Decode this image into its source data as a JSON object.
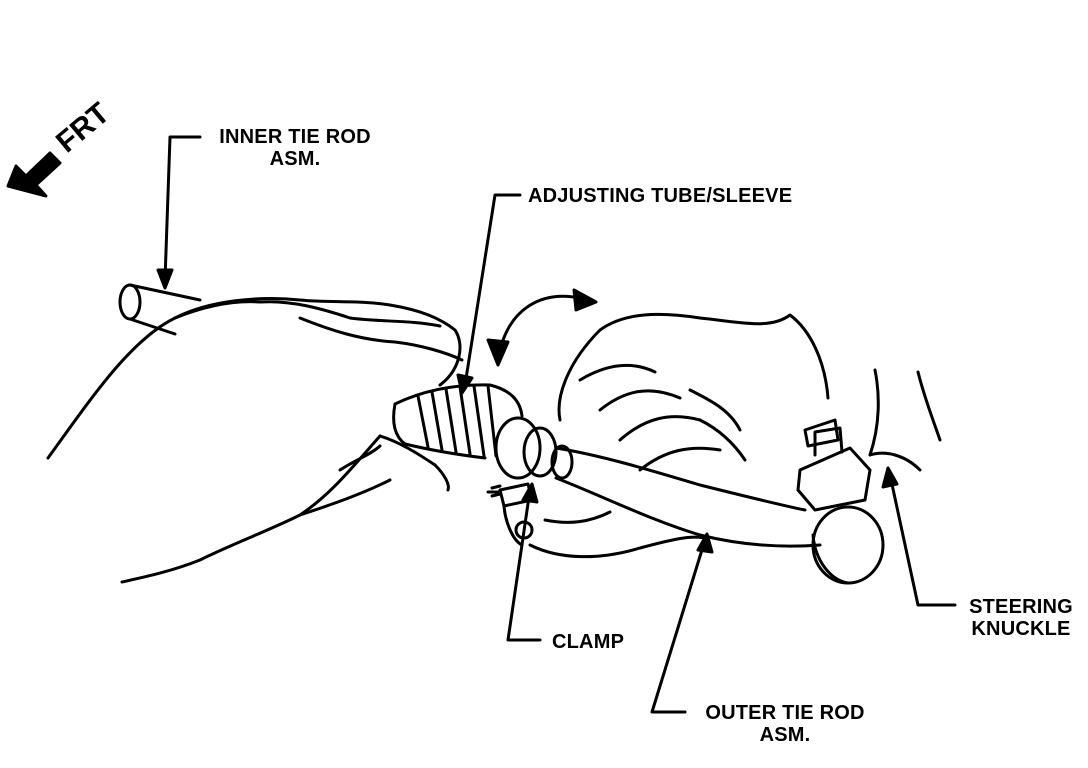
{
  "direction": {
    "text": "FRT"
  },
  "labels": {
    "inner_tie_rod": [
      "INNER TIE ROD",
      "ASM."
    ],
    "adjusting_tube": "ADJUSTING TUBE/SLEEVE",
    "clamp": "CLAMP",
    "outer_tie_rod": [
      "OUTER TIE ROD",
      "ASM."
    ],
    "steering_knuckle": [
      "STEERING",
      "KNUCKLE"
    ]
  },
  "colors": {
    "line": "#000000",
    "background": "#ffffff"
  }
}
